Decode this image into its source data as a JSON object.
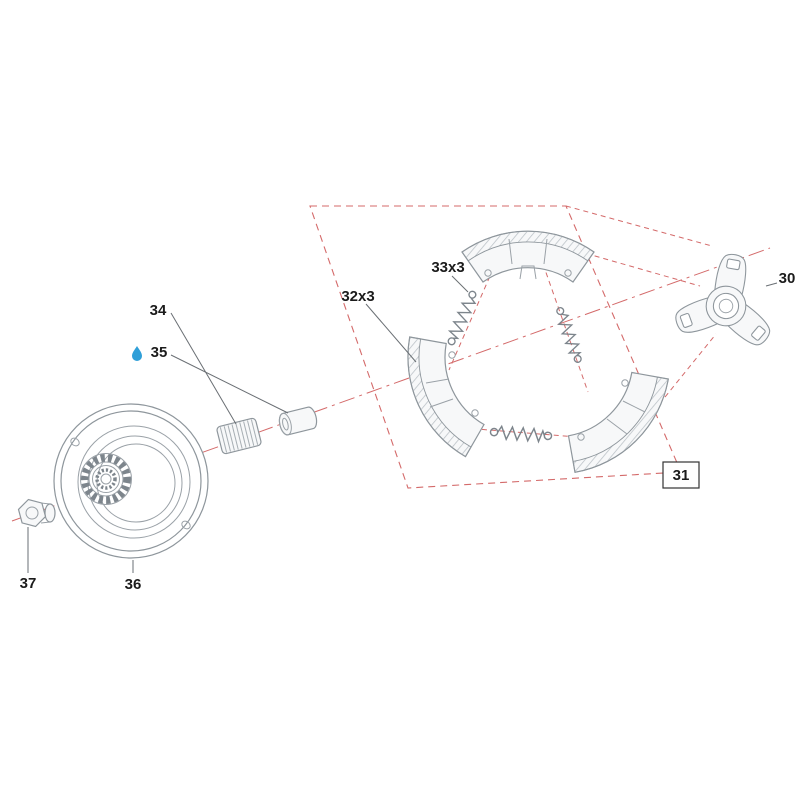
{
  "diagram": {
    "kind": "exploded-parts-diagram",
    "subject": "clutch assembly",
    "labels": {
      "hub": "30",
      "assembly": "31",
      "shoes": "32x3",
      "springs": "33x3",
      "bearing": "34",
      "sleeve": "35",
      "drum": "36",
      "nut": "37"
    },
    "icons": {
      "lubricant_drop": "water-drop"
    },
    "colors": {
      "background": "#ffffff",
      "part_outline": "#8e969c",
      "assembly_line_red": "#d46a6a",
      "leader_line": "#6a6f74",
      "label_text": "#1b1b1b",
      "lubricant_blue": "#2f9fd8"
    }
  }
}
